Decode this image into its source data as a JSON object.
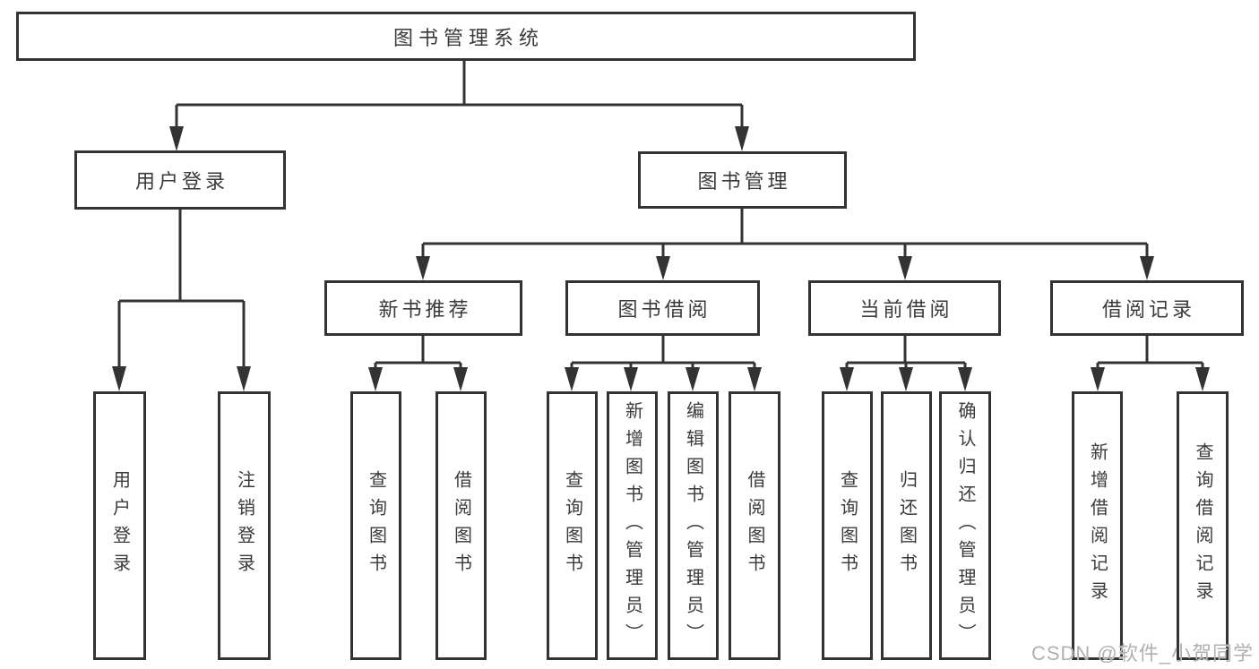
{
  "colors": {
    "line": "#333333",
    "box_border": "#333333",
    "box_background": "#ffffff",
    "text": "#3a3a3a",
    "watermark": "#b0b0b0"
  },
  "diagram": {
    "root": {
      "label": "图书管理系统"
    },
    "level2": {
      "user_login": {
        "label": "用户登录"
      },
      "book_management": {
        "label": "图书管理"
      }
    },
    "level3": {
      "new_book_recommend": {
        "label": "新书推荐"
      },
      "book_borrowing": {
        "label": "图书借阅"
      },
      "current_borrowing": {
        "label": "当前借阅"
      },
      "borrowing_records": {
        "label": "借阅记录"
      }
    },
    "leaves": {
      "user_login": {
        "label": "用户登录"
      },
      "logout": {
        "label": "注销登录"
      },
      "rec_query_books": {
        "label": "查询图书"
      },
      "rec_borrow_books": {
        "label": "借阅图书"
      },
      "borrow_query_books": {
        "label": "查询图书"
      },
      "borrow_add_book": {
        "label": "新增图书（管理员）"
      },
      "borrow_edit_book": {
        "label": "编辑图书（管理员）"
      },
      "borrow_borrow_books": {
        "label": "借阅图书"
      },
      "current_query_books": {
        "label": "查询图书"
      },
      "current_return_book": {
        "label": "归还图书"
      },
      "current_confirm_return": {
        "label": "确认归还（管理员）"
      },
      "records_add_record": {
        "label": "新增借阅记录"
      },
      "records_query_record": {
        "label": "查询借阅记录"
      }
    }
  },
  "watermark": {
    "text": "CSDN @软件_小贺同学"
  }
}
